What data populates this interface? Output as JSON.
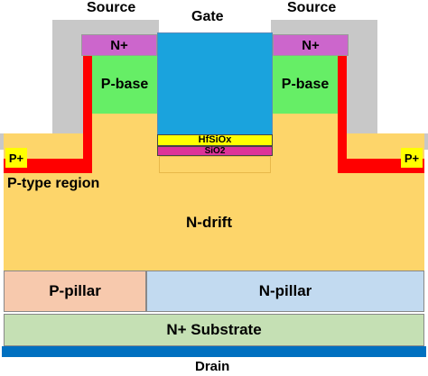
{
  "labels": {
    "source_left": "Source",
    "gate": "Gate",
    "source_right": "Source",
    "nplus_left": "N+",
    "nplus_right": "N+",
    "pbase_left": "P-base",
    "pbase_right": "P-base",
    "hfsiox": "HfSiOx",
    "sio2": "SiO2",
    "pplus_left": "P+",
    "pplus_right": "P+",
    "ptype_region": "P-type region",
    "ndrift": "N-drift",
    "ppillar": "P-pillar",
    "npillar": "N-pillar",
    "substrate": "N+ Substrate",
    "drain": "Drain"
  },
  "colors": {
    "metal": "#c8c8c8",
    "red_p_region": "#ff0000",
    "nplus": "#cc66cc",
    "pbase": "#66ee66",
    "gate": "#1aa3dd",
    "hfsiox": "#ffff00",
    "sio2": "#dd3399",
    "ndrift": "#fdd56a",
    "ppillar": "#f7c9ad",
    "npillar": "#c2daf0",
    "substrate": "#c5e0b4",
    "drain": "#0070c0"
  }
}
